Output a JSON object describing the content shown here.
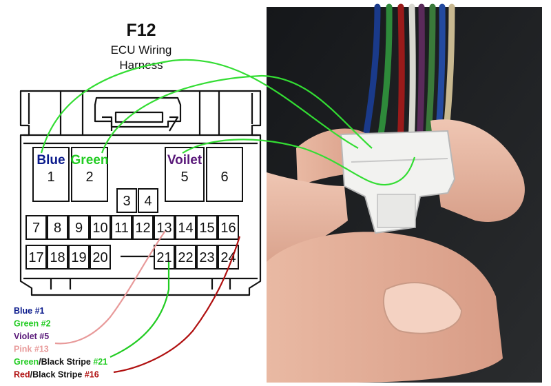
{
  "diagram": {
    "title": "F12",
    "subtitle_line1": "ECU Wiring",
    "subtitle_line2": "Harness",
    "colors": {
      "blue": "#0a1a8c",
      "green": "#22cc22",
      "violet": "#5a1a7a",
      "pink": "#e89a9a",
      "red": "#b01010",
      "black": "#111111"
    },
    "connector": {
      "big_pins": [
        {
          "number": "1",
          "wire_label": "Blue"
        },
        {
          "number": "2",
          "wire_label": "Green"
        },
        {
          "number": "5",
          "wire_label": "Voilet"
        },
        {
          "number": "6",
          "wire_label": ""
        }
      ],
      "mid_pins": [
        "3",
        "4"
      ],
      "row_top": [
        "7",
        "8",
        "9",
        "10",
        "11",
        "12",
        "13",
        "14",
        "15",
        "16"
      ],
      "row_bottom": [
        "17",
        "18",
        "19",
        "20",
        "21",
        "22",
        "23",
        "24"
      ]
    },
    "legend": [
      {
        "name": "Blue",
        "num": "#1"
      },
      {
        "name": "Green",
        "num": "#2"
      },
      {
        "name": "Violet",
        "num": "#5"
      },
      {
        "name": "Pink",
        "num": "#13"
      },
      {
        "name": "Green",
        "sep": "/Black Stripe ",
        "num": "#21"
      },
      {
        "name": "Red",
        "sep": "/Black Stripe ",
        "num": "#16"
      }
    ]
  }
}
